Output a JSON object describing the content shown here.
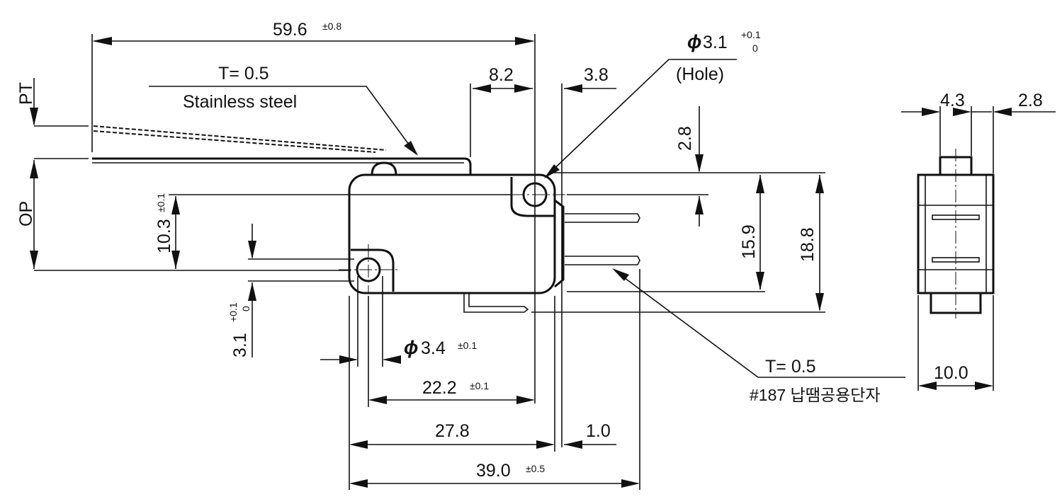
{
  "dimensions": {
    "overall_length": {
      "value": "59.6",
      "tol": "±0.8"
    },
    "lever_thickness": "T= 0.5",
    "lever_material": "Stainless steel",
    "pivot_offset": "8.2",
    "hole_offset": "3.8",
    "hole_dia": {
      "phi": "ϕ",
      "value": "3.1",
      "tol_upper": "+0.1",
      "tol_lower": "0"
    },
    "hole_label": "(Hole)",
    "pt_label": "PT",
    "op_label": "OP",
    "hole_top_offset": "2.8",
    "mount_height": {
      "value": "10.3",
      "tol": "±0.1"
    },
    "hole2_dia": {
      "value": "3.1",
      "tol_upper": "+0.1",
      "tol_lower": "0"
    },
    "height_1": "15.9",
    "height_2": "18.8",
    "pin_dia": {
      "phi": "ϕ",
      "value": "3.4",
      "tol": "±0.1"
    },
    "hole_pitch": {
      "value": "22.2",
      "tol": "±0.1"
    },
    "body_length": "27.8",
    "terminal_gap": "1.0",
    "total_length": {
      "value": "39.0",
      "tol": "±0.5"
    },
    "terminal_thickness": "T= 0.5",
    "terminal_note": "#187 납땜공용단자",
    "side_width_1": "4.3",
    "side_width_2": "2.8",
    "side_total": "10.0"
  }
}
